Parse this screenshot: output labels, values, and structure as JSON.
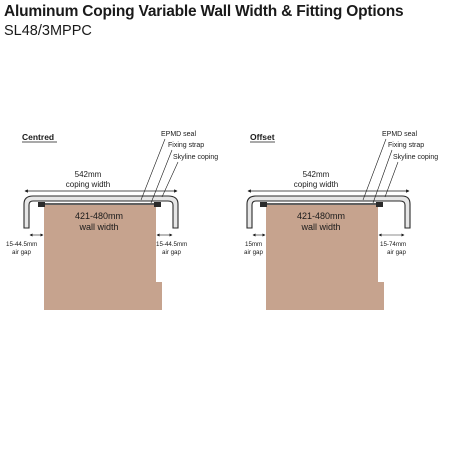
{
  "header": {
    "title": "Aluminum Coping Variable Wall Width & Fitting Options",
    "subtitle": "SL48/3MPPC"
  },
  "colors": {
    "wall": "#c6a38e",
    "coping_outline": "#2b2b2b",
    "coping_fill": "#e6e6e6",
    "background": "#ffffff"
  },
  "diagrams": {
    "centred": {
      "heading": "Centred",
      "label_seal": "EPMD seal",
      "label_strap": "Fixing strap",
      "label_coping": "Skyline coping",
      "coping_width_value": "542mm",
      "coping_width_text": "coping width",
      "wall_width_value": "421-480mm",
      "wall_width_text": "wall width",
      "left_gap_value": "15-44.5mm",
      "left_gap_text": "air gap",
      "right_gap_value": "15-44.5mm",
      "right_gap_text": "air gap"
    },
    "offset": {
      "heading": "Offset",
      "label_seal": "EPMD seal",
      "label_strap": "Fixing strap",
      "label_coping": "Skyline coping",
      "coping_width_value": "542mm",
      "coping_width_text": "coping width",
      "wall_width_value": "421-480mm",
      "wall_width_text": "wall width",
      "left_gap_value": "15mm",
      "left_gap_text": "air gap",
      "right_gap_value": "15-74mm",
      "right_gap_text": "air gap"
    }
  }
}
